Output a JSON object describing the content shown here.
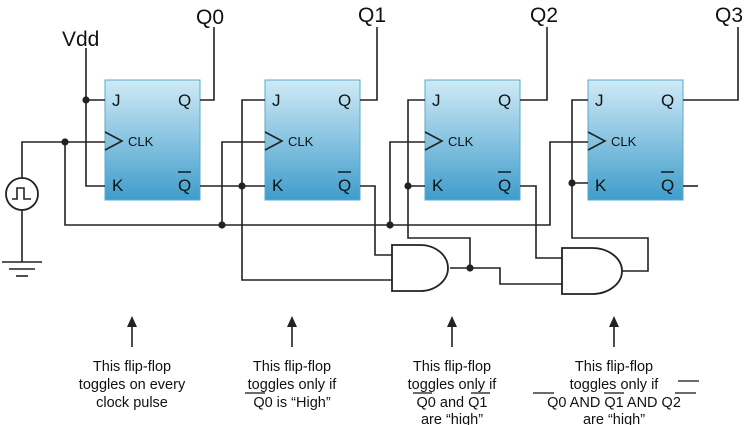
{
  "diagram": {
    "supply_label": "Vdd",
    "outputs": [
      "Q0",
      "Q1",
      "Q2",
      "Q3"
    ],
    "flipflop": {
      "j_label": "J",
      "k_label": "K",
      "q_label": "Q",
      "qbar_label": "Q",
      "clk_label": "CLK"
    },
    "captions": [
      {
        "lines": [
          "This flip-flop",
          "toggles on every",
          "clock pulse"
        ]
      },
      {
        "lines": [
          "This flip-flop",
          "toggles only if",
          "Q0 is “High”"
        ]
      },
      {
        "lines": [
          "This flip-flop",
          "toggles only if",
          "Q0 and Q1",
          "are “high”"
        ]
      },
      {
        "lines": [
          "This flip-flop",
          "toggles only if",
          "Q0 AND Q1 AND Q2",
          "are “high”"
        ]
      }
    ],
    "colors": {
      "flipflop_fill_top": "#cfeaf6",
      "flipflop_fill_bottom": "#3f9dcb",
      "wire": "#222222"
    }
  }
}
